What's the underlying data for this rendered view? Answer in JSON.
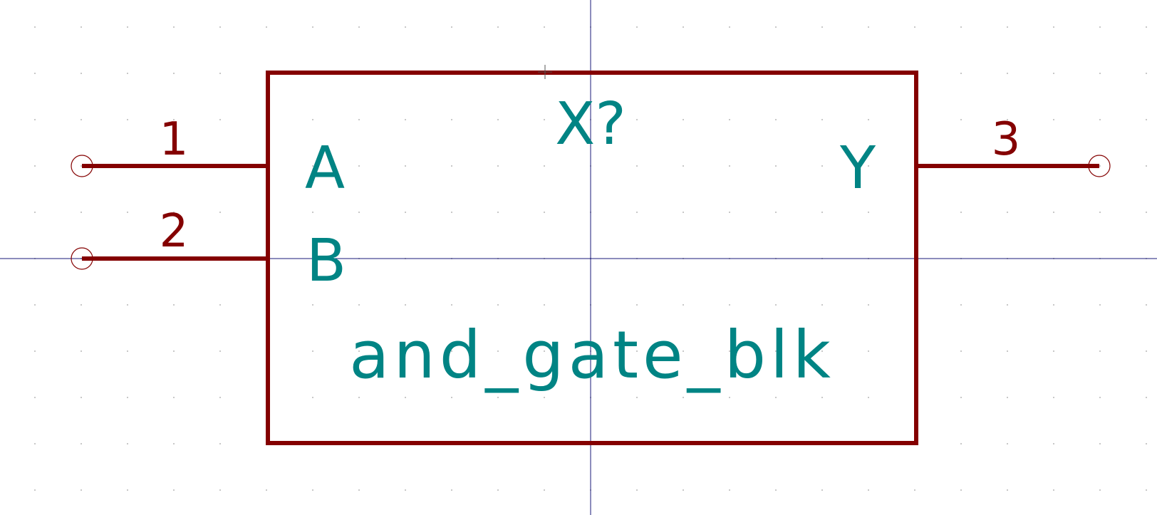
{
  "symbol": {
    "reference": "X?",
    "value": "and_gate_blk",
    "pins": [
      {
        "number": "1",
        "name": "A"
      },
      {
        "number": "2",
        "name": "B"
      },
      {
        "number": "3",
        "name": "Y"
      }
    ]
  },
  "colors": {
    "body": "#840000",
    "field_text": "#008484",
    "pin_end": "#840000",
    "crosshair": "#1a1a7a",
    "grid_dot": "#c8c8c8",
    "background": "#ffffff"
  }
}
